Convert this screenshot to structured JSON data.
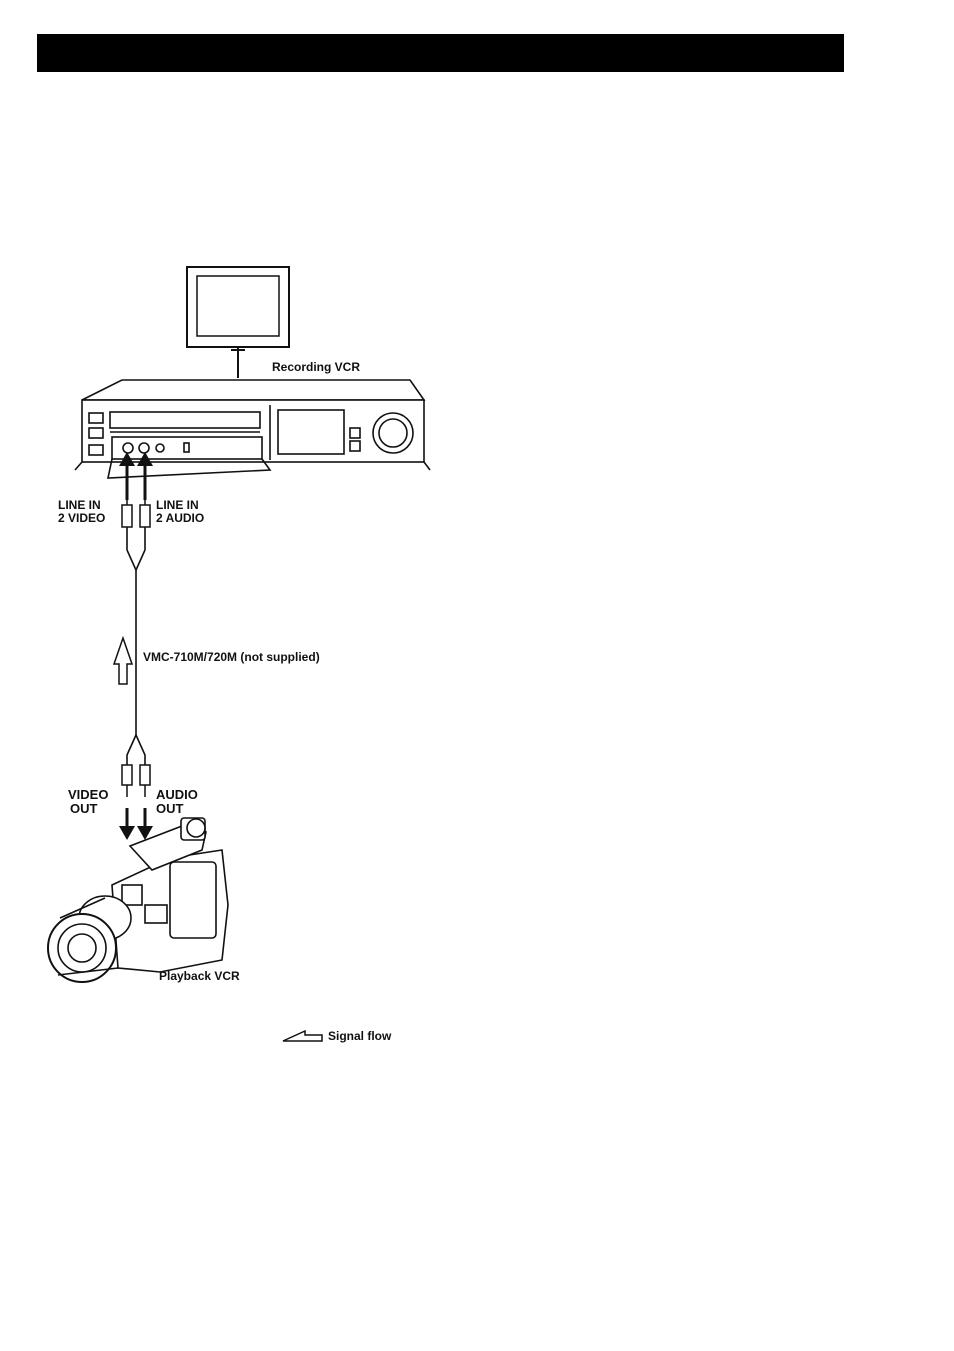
{
  "diagram": {
    "recording_label": "Recording VCR",
    "line_in_video": [
      "LINE IN",
      "2 VIDEO"
    ],
    "line_in_audio": [
      "LINE IN",
      "2 AUDIO"
    ],
    "cable_label": "VMC-710M/720M (not supplied)",
    "video_out": [
      "VIDEO",
      "OUT"
    ],
    "audio_out": [
      "AUDIO",
      "OUT"
    ],
    "playback_label": "Playback VCR",
    "legend_label": "Signal flow"
  }
}
